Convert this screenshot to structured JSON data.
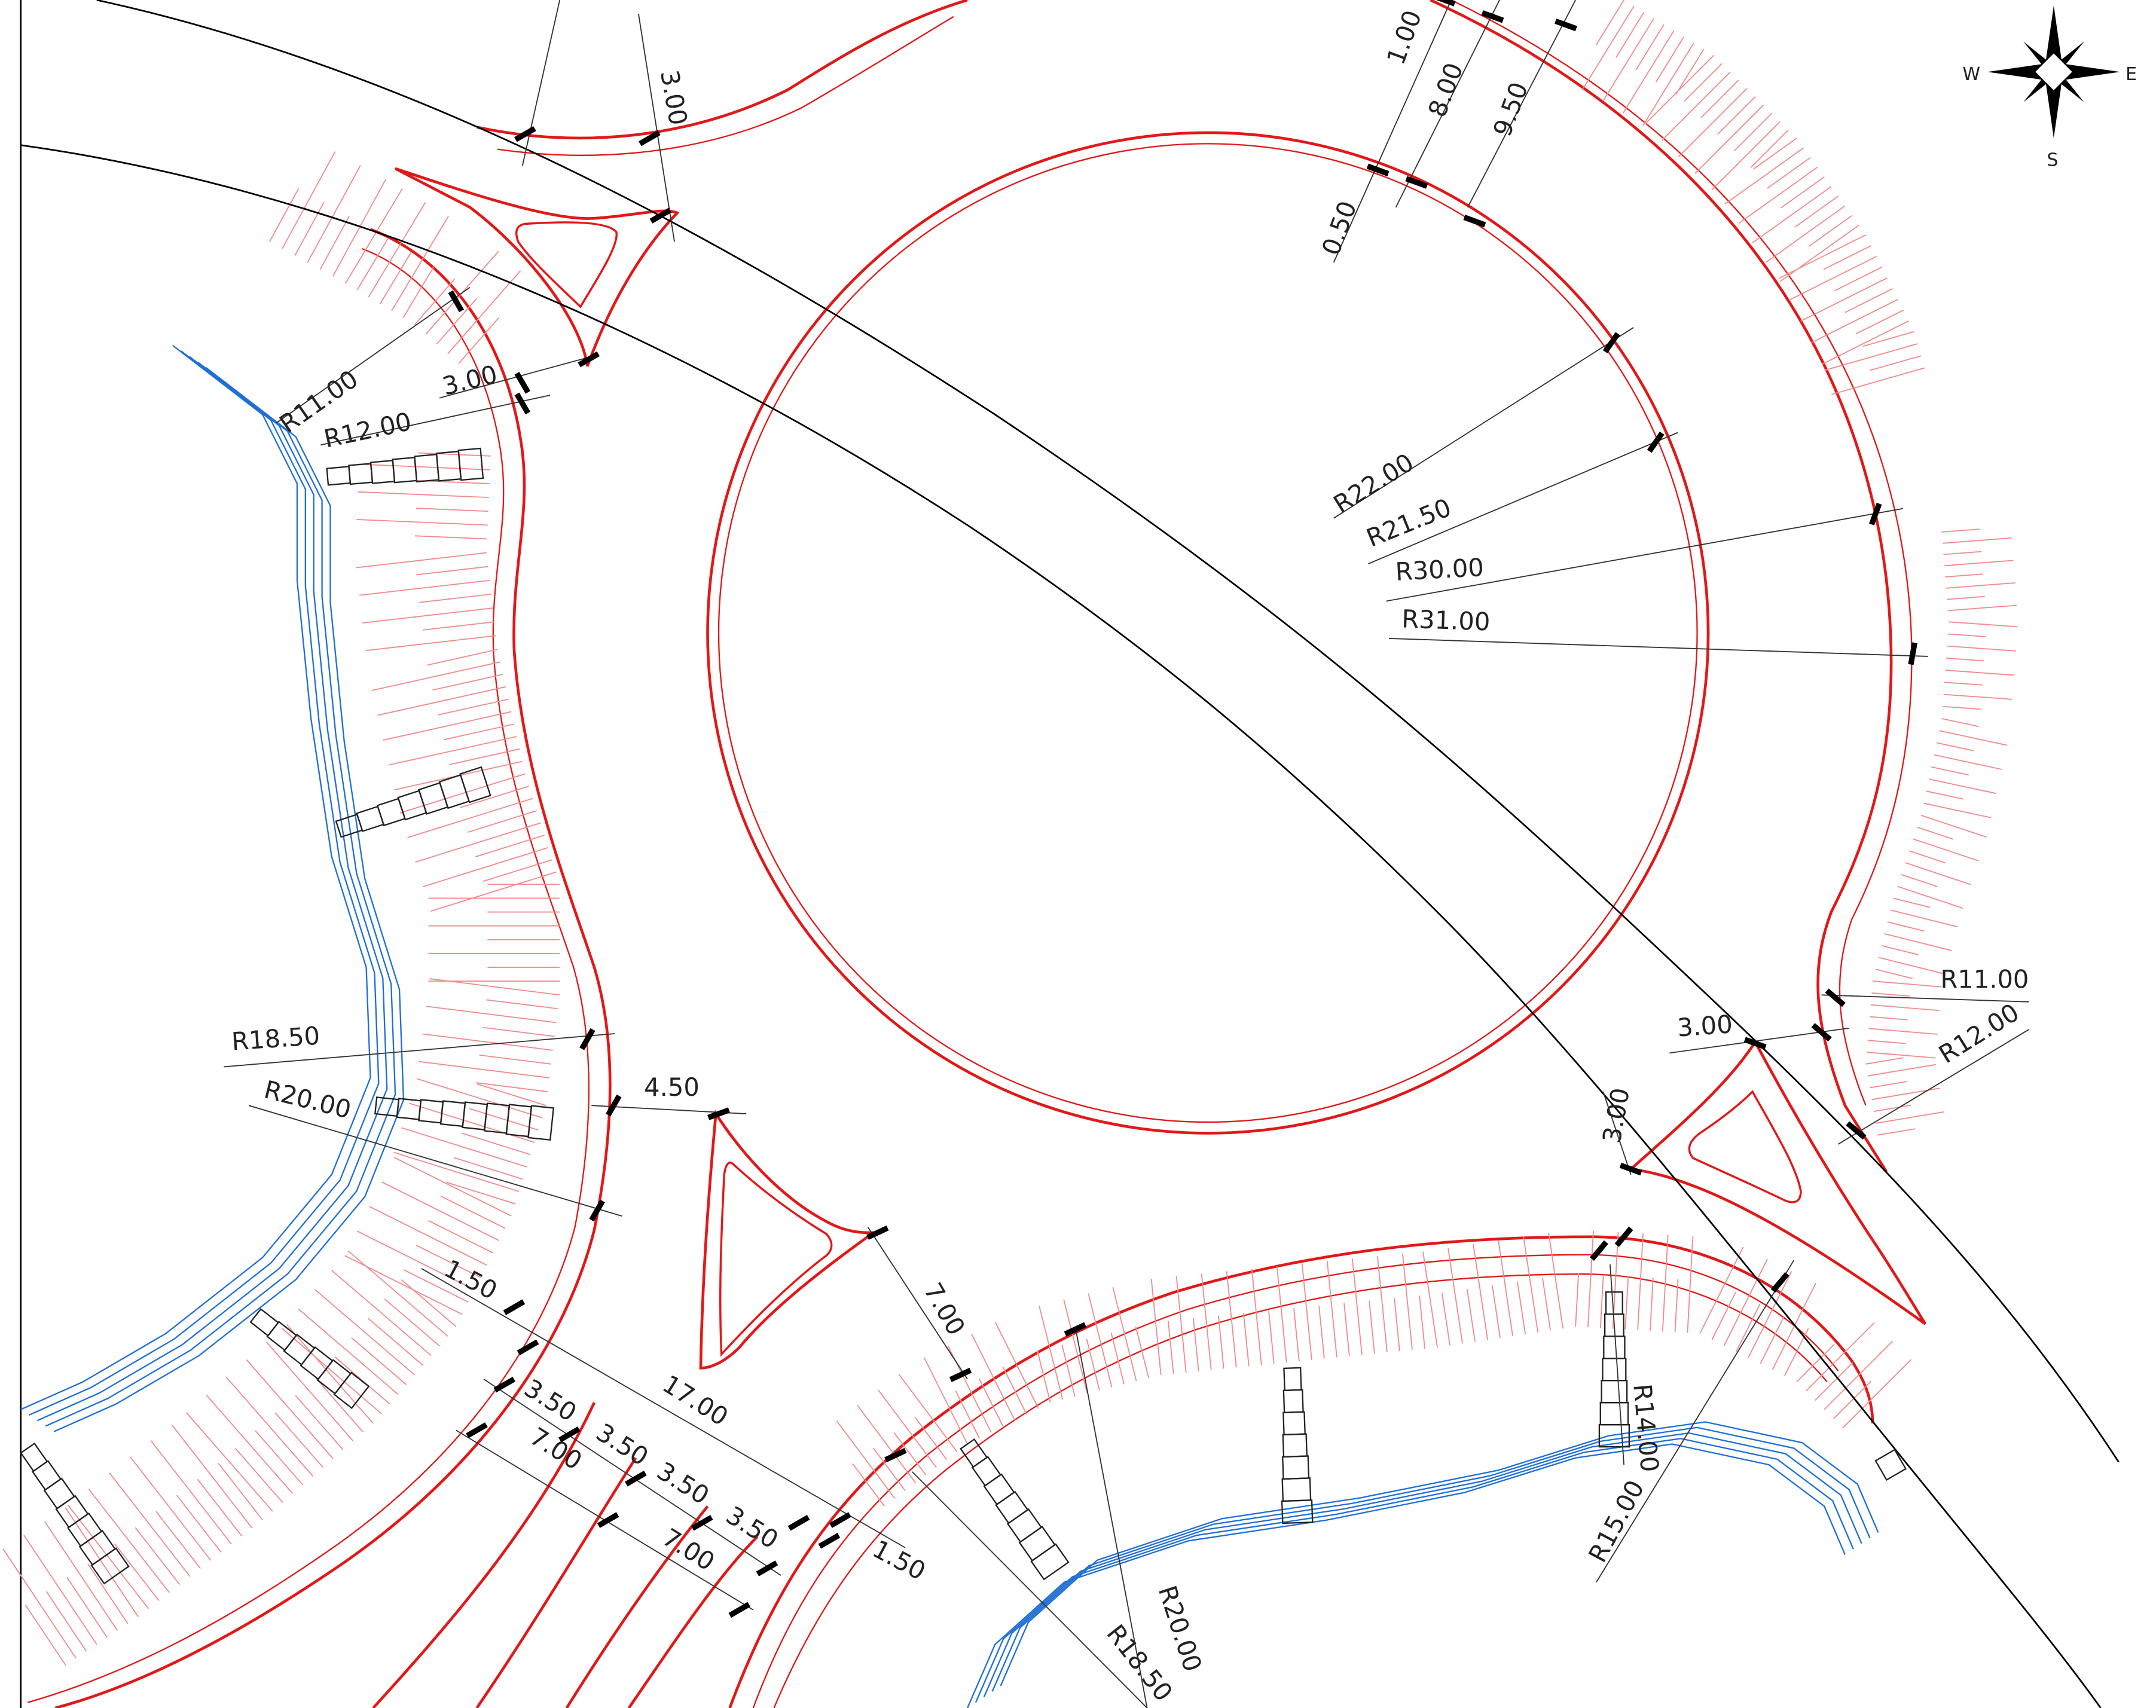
{
  "colors": {
    "background": "#ffffff",
    "road_edge": "#e21818",
    "road_edge_thin": "#f25a5a",
    "slope_hatch": "#f28c8c",
    "water": "#1f6fd6",
    "centerline": "#000000",
    "dimension": "#333333",
    "tick": "#000000",
    "culvert": "#222222"
  },
  "compass": {
    "icon": "compass-rose-icon",
    "west": "W",
    "east": "E",
    "south": "S"
  },
  "dimensions": {
    "top_300": "3.00",
    "top_100": "1.00",
    "top_800": "8.00",
    "top_950": "9.50",
    "top_050": "0.50",
    "left_r1100": "R11.00",
    "left_r1200": "R12.00",
    "left_300": "3.00",
    "r2200": "R22.00",
    "r2150": "R21.50",
    "r3000": "R30.00",
    "r3100": "R31.00",
    "left_r1850": "R18.50",
    "left_r2000": "R20.00",
    "mid_450": "4.50",
    "right_r1100": "R11.00",
    "right_r1200": "R12.00",
    "right_300a": "3.00",
    "right_300b": "3.00",
    "south_150a": "1.50",
    "south_1700": "17.00",
    "south_350a": "3.50",
    "south_350b": "3.50",
    "south_350c": "3.50",
    "south_350d": "3.50",
    "south_700a": "7.00",
    "south_700b": "7.00",
    "south_150b": "1.50",
    "south_700c": "7.00",
    "bottom_r2000": "R20.00",
    "bottom_r1850": "R18.50",
    "bottom_r1400": "R14.00",
    "bottom_r1500": "R15.00"
  }
}
